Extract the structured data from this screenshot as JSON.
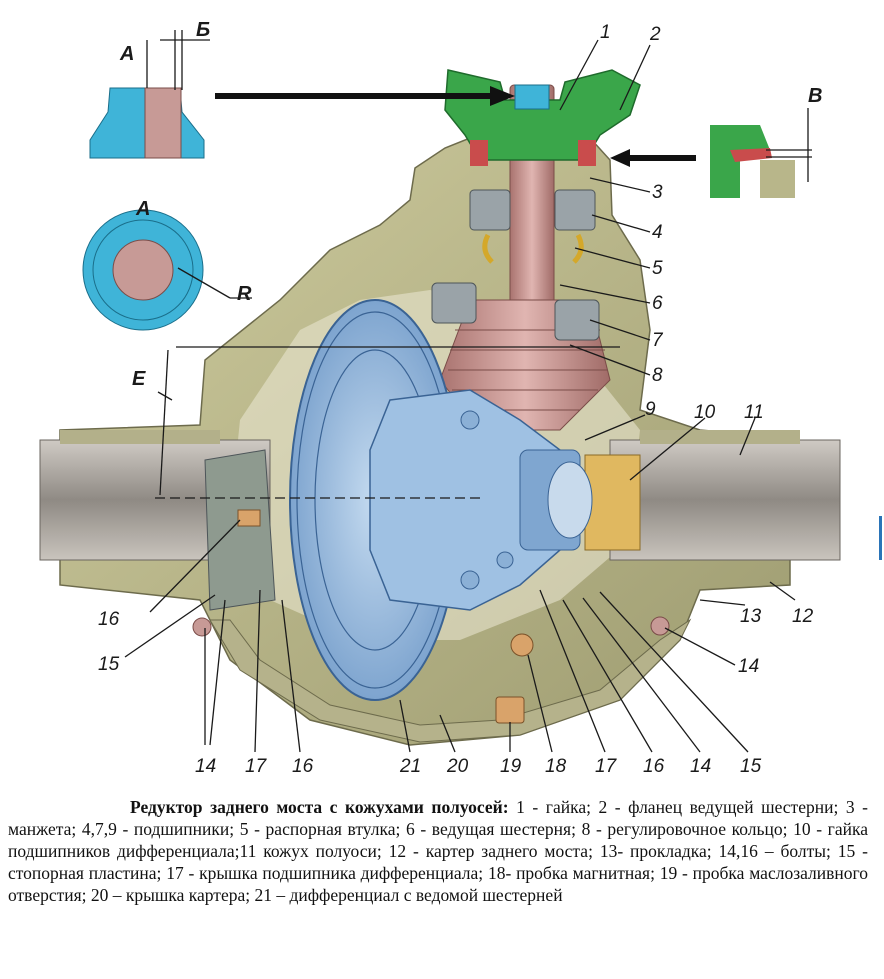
{
  "diagram": {
    "callouts": [
      "1",
      "2",
      "3",
      "4",
      "5",
      "6",
      "7",
      "8",
      "9",
      "10",
      "11",
      "12",
      "13",
      "14",
      "15",
      "16",
      "17",
      "18",
      "19",
      "20",
      "21"
    ],
    "views": {
      "a": "А",
      "b": "Б",
      "v": "В",
      "e": "Е",
      "r": "R"
    },
    "colors": {
      "housing": "#b8b68a",
      "gear": "#8fb3d9",
      "pinion": "#c79a96",
      "flange": "#3aa64a",
      "axle": "#a8a39c",
      "nut": "#d9b86e"
    }
  },
  "caption": {
    "title": "Редуктор заднего моста с кожухами полуосей:",
    "text": " 1 - гайка; 2 - фланец ведущей шестерни; 3 - манжета; 4,7,9 - подшипники; 5 - распорная втулка; 6 - ведущая шестерня; 8 - регулировочное кольцо; 10 - гайка подшипников дифференциала;11 кожух полуоси; 12 - картер заднего моста; 13- прокладка; 14,16 – болты; 15 - стопорная пластина; 17 - крышка подшипника дифференциала; 18- пробка магнитная; 19 - пробка маслозаливного отверстия; 20 – крышка картера; 21 – дифференциал с ведомой шестерней"
  }
}
